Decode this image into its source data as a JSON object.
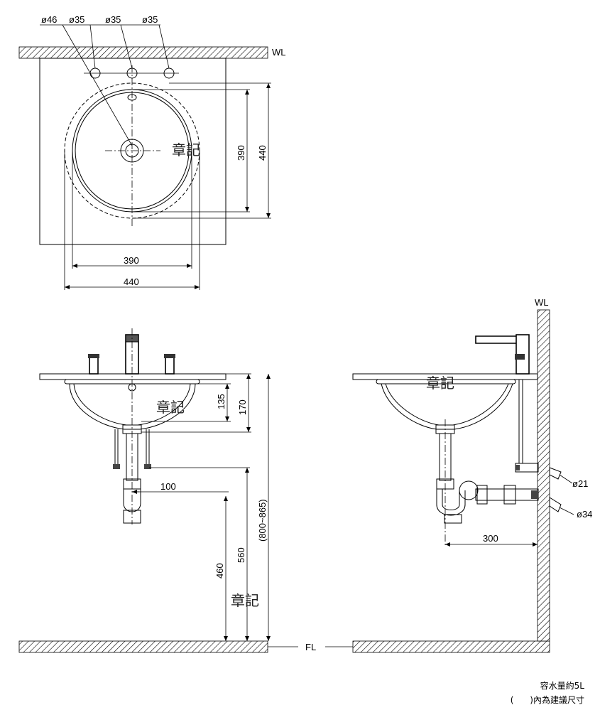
{
  "labels": {
    "wall_line": "WL",
    "floor_line": "FL",
    "stamp": "章記"
  },
  "top_view": {
    "hole_diameters": [
      "ø46",
      "ø35",
      "ø35",
      "ø35"
    ],
    "dim_basin_depth": "390",
    "dim_overall_depth": "440",
    "dim_basin_width": "390",
    "dim_overall_width": "440"
  },
  "front_view": {
    "dim_bowl_depth": "135",
    "dim_bowl_height": "170",
    "dim_trap_offset": "100",
    "dim_drain_height": "460",
    "dim_supply_height": "560",
    "dim_rim_height": "(800~865)"
  },
  "side_view": {
    "supply_diameter": "ø21",
    "drain_diameter": "ø34",
    "dim_wall_to_trap": "300"
  },
  "notes": {
    "capacity": "容水量約5L",
    "recommended": "(      )內為建議尺寸"
  }
}
